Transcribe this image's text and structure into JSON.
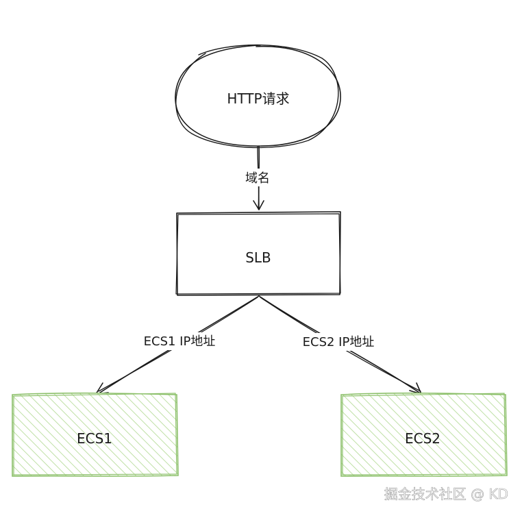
{
  "nodes": {
    "http": {
      "label": "HTTP请求"
    },
    "slb": {
      "label": "SLB"
    },
    "ecs1": {
      "label": "ECS1"
    },
    "ecs2": {
      "label": "ECS2"
    }
  },
  "edges": {
    "http_to_slb": {
      "label": "域名"
    },
    "slb_to_ecs1": {
      "label": "ECS1 IP地址"
    },
    "slb_to_ecs2": {
      "label": "ECS2 IP地址"
    }
  },
  "watermark": {
    "text": "掘金技术社区 @ KD"
  },
  "colors": {
    "stroke": "#1a1a1a",
    "ecs_fill": "#e2f0d6",
    "ecs_stroke": "#8cc06a"
  }
}
